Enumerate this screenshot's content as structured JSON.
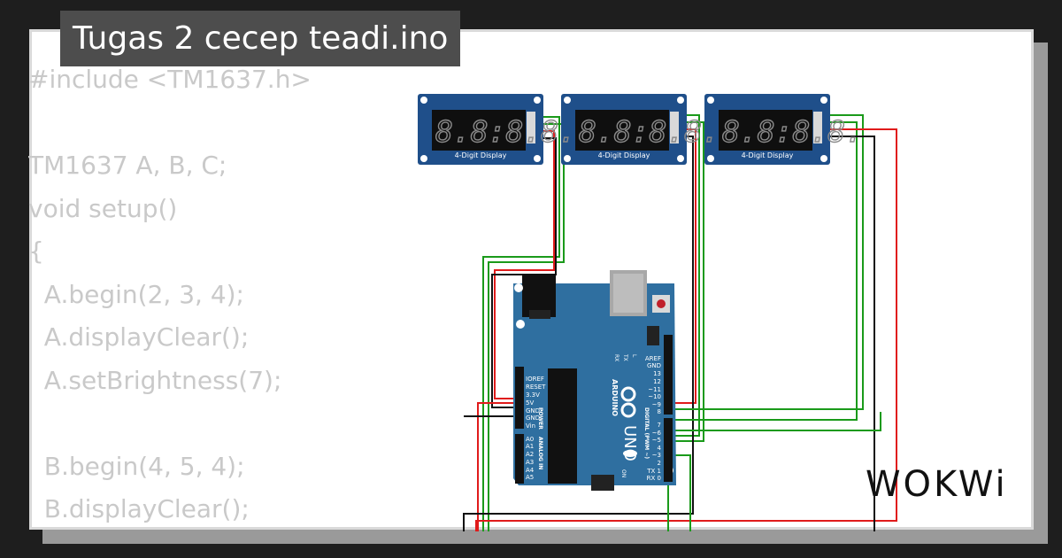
{
  "project": {
    "title": "Tugas 2 cecep teadi.ino"
  },
  "code_lines": [
    "#include <TM1637.h>",
    "",
    "TM1637 A, B, C;",
    "void setup()",
    "{",
    "  A.begin(2, 3, 4);",
    "  A.displayClear();",
    "  A.setBrightness(7);",
    "",
    "  B.begin(4, 5, 4);",
    "  B.displayClear();"
  ],
  "displays": [
    {
      "label": "4-Digit Display",
      "digits": "8.8:8.8."
    },
    {
      "label": "4-Digit Display",
      "digits": "8.8:8.8."
    },
    {
      "label": "4-Digit Display",
      "digits": "8.8:8.8."
    }
  ],
  "arduino": {
    "brand": "ARDUINO",
    "model": "UNO",
    "power_pins": [
      "IOREF",
      "RESET",
      "3.3V",
      "5V",
      "GND",
      "GND",
      "Vin"
    ],
    "power_label": "POWER",
    "analog_pins": [
      "A0",
      "A1",
      "A2",
      "A3",
      "A4",
      "A5"
    ],
    "analog_label": "ANALOG IN",
    "digital_pins": [
      "AREF",
      "GND",
      "13",
      "12",
      "~11",
      "~10",
      "~9",
      "8",
      "7",
      "~6",
      "~5",
      "4",
      "~3",
      "2",
      "TX 1",
      "RX 0"
    ],
    "digital_label": "DIGITAL (PWM ~)",
    "on_label": "ON",
    "tx_label": "TX",
    "rx_label": "RX",
    "l_label": "L"
  },
  "logo": {
    "text": "WOKWi"
  },
  "colors": {
    "background": "#1e1e1e",
    "title_bg": "#4d4d4d",
    "code_text": "#c9c9c9",
    "board": "#2f6fa0",
    "display_board": "#1f4f8a",
    "wire_green": "#1a9a1a",
    "wire_red": "#e01b1b",
    "wire_black": "#111111"
  }
}
